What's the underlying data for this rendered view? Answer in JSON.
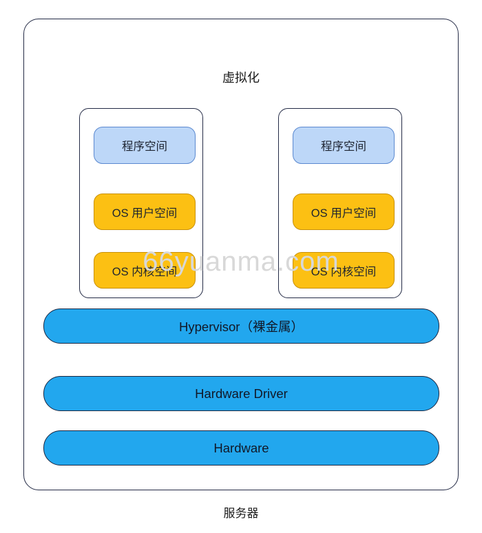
{
  "diagram": {
    "type": "layered-architecture",
    "title": "虚拟化",
    "caption": "服务器",
    "watermark": "66yuanma.com",
    "colors": {
      "outer_border": "#232a45",
      "vm_border": "#232a45",
      "app_fill": "#bdd7f8",
      "app_border": "#5a88cf",
      "os_fill": "#fcc013",
      "os_border": "#c8900a",
      "bar_fill": "#22a7ee",
      "bar_border": "#1b2742",
      "text": "#1b1b1b",
      "background": "#ffffff",
      "watermark_color": "#d8d8d8"
    },
    "vms": [
      {
        "name": "vm-left",
        "layers": [
          {
            "label": "程序空间",
            "kind": "app"
          },
          {
            "label": "OS 用户空间",
            "kind": "os-user"
          },
          {
            "label": "OS 内核空间",
            "kind": "os-kernel"
          }
        ]
      },
      {
        "name": "vm-right",
        "layers": [
          {
            "label": "程序空间",
            "kind": "app"
          },
          {
            "label": "OS 用户空间",
            "kind": "os-user"
          },
          {
            "label": "OS 内核空间",
            "kind": "os-kernel"
          }
        ]
      }
    ],
    "stack": [
      {
        "label": "Hypervisor（裸金属）",
        "name": "hypervisor"
      },
      {
        "label": "Hardware Driver",
        "name": "hardware-driver"
      },
      {
        "label": "Hardware",
        "name": "hardware"
      }
    ]
  }
}
